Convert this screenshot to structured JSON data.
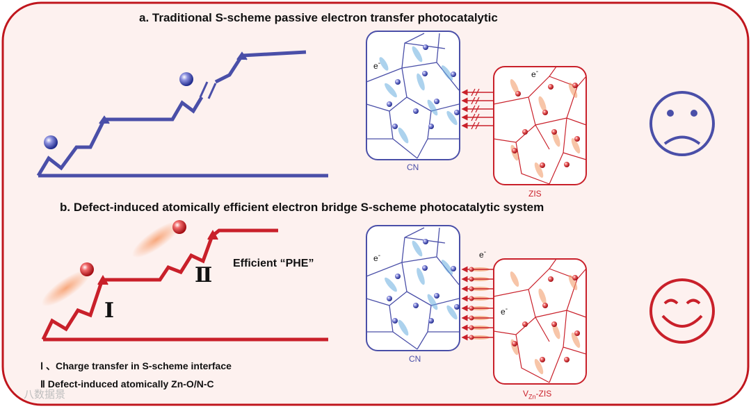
{
  "panel_a": {
    "title": "a. Traditional S-scheme passive electron transfer photocatalytic"
  },
  "panel_b": {
    "title": "b. Defect-induced atomically efficient electron bridge S-scheme photocatalytic system"
  },
  "labels": {
    "cn_top": "CN",
    "zis_top": "ZIS",
    "cn_bottom": "CN",
    "vzn_v": "V",
    "vzn_sub": "Zn",
    "vzn_rest": "-ZIS",
    "e_minus": "e",
    "e_sup": "-",
    "efficient": "Efficient “PHE”",
    "step_one": "Ⅰ",
    "step_two": "Ⅱ"
  },
  "legend": {
    "item_one": "Ⅰ 、Charge transfer in S-scheme interface",
    "item_two": "Ⅱ   Defect-induced atomically Zn-O/N-C"
  },
  "watermark": "八数据景",
  "faces": {
    "top": "sad-face",
    "bottom": "happy-face"
  },
  "colors": {
    "blue": "#4a4fa8",
    "red": "#c9202a",
    "bg": "#fdf1ef",
    "frame": "#c0161d"
  }
}
